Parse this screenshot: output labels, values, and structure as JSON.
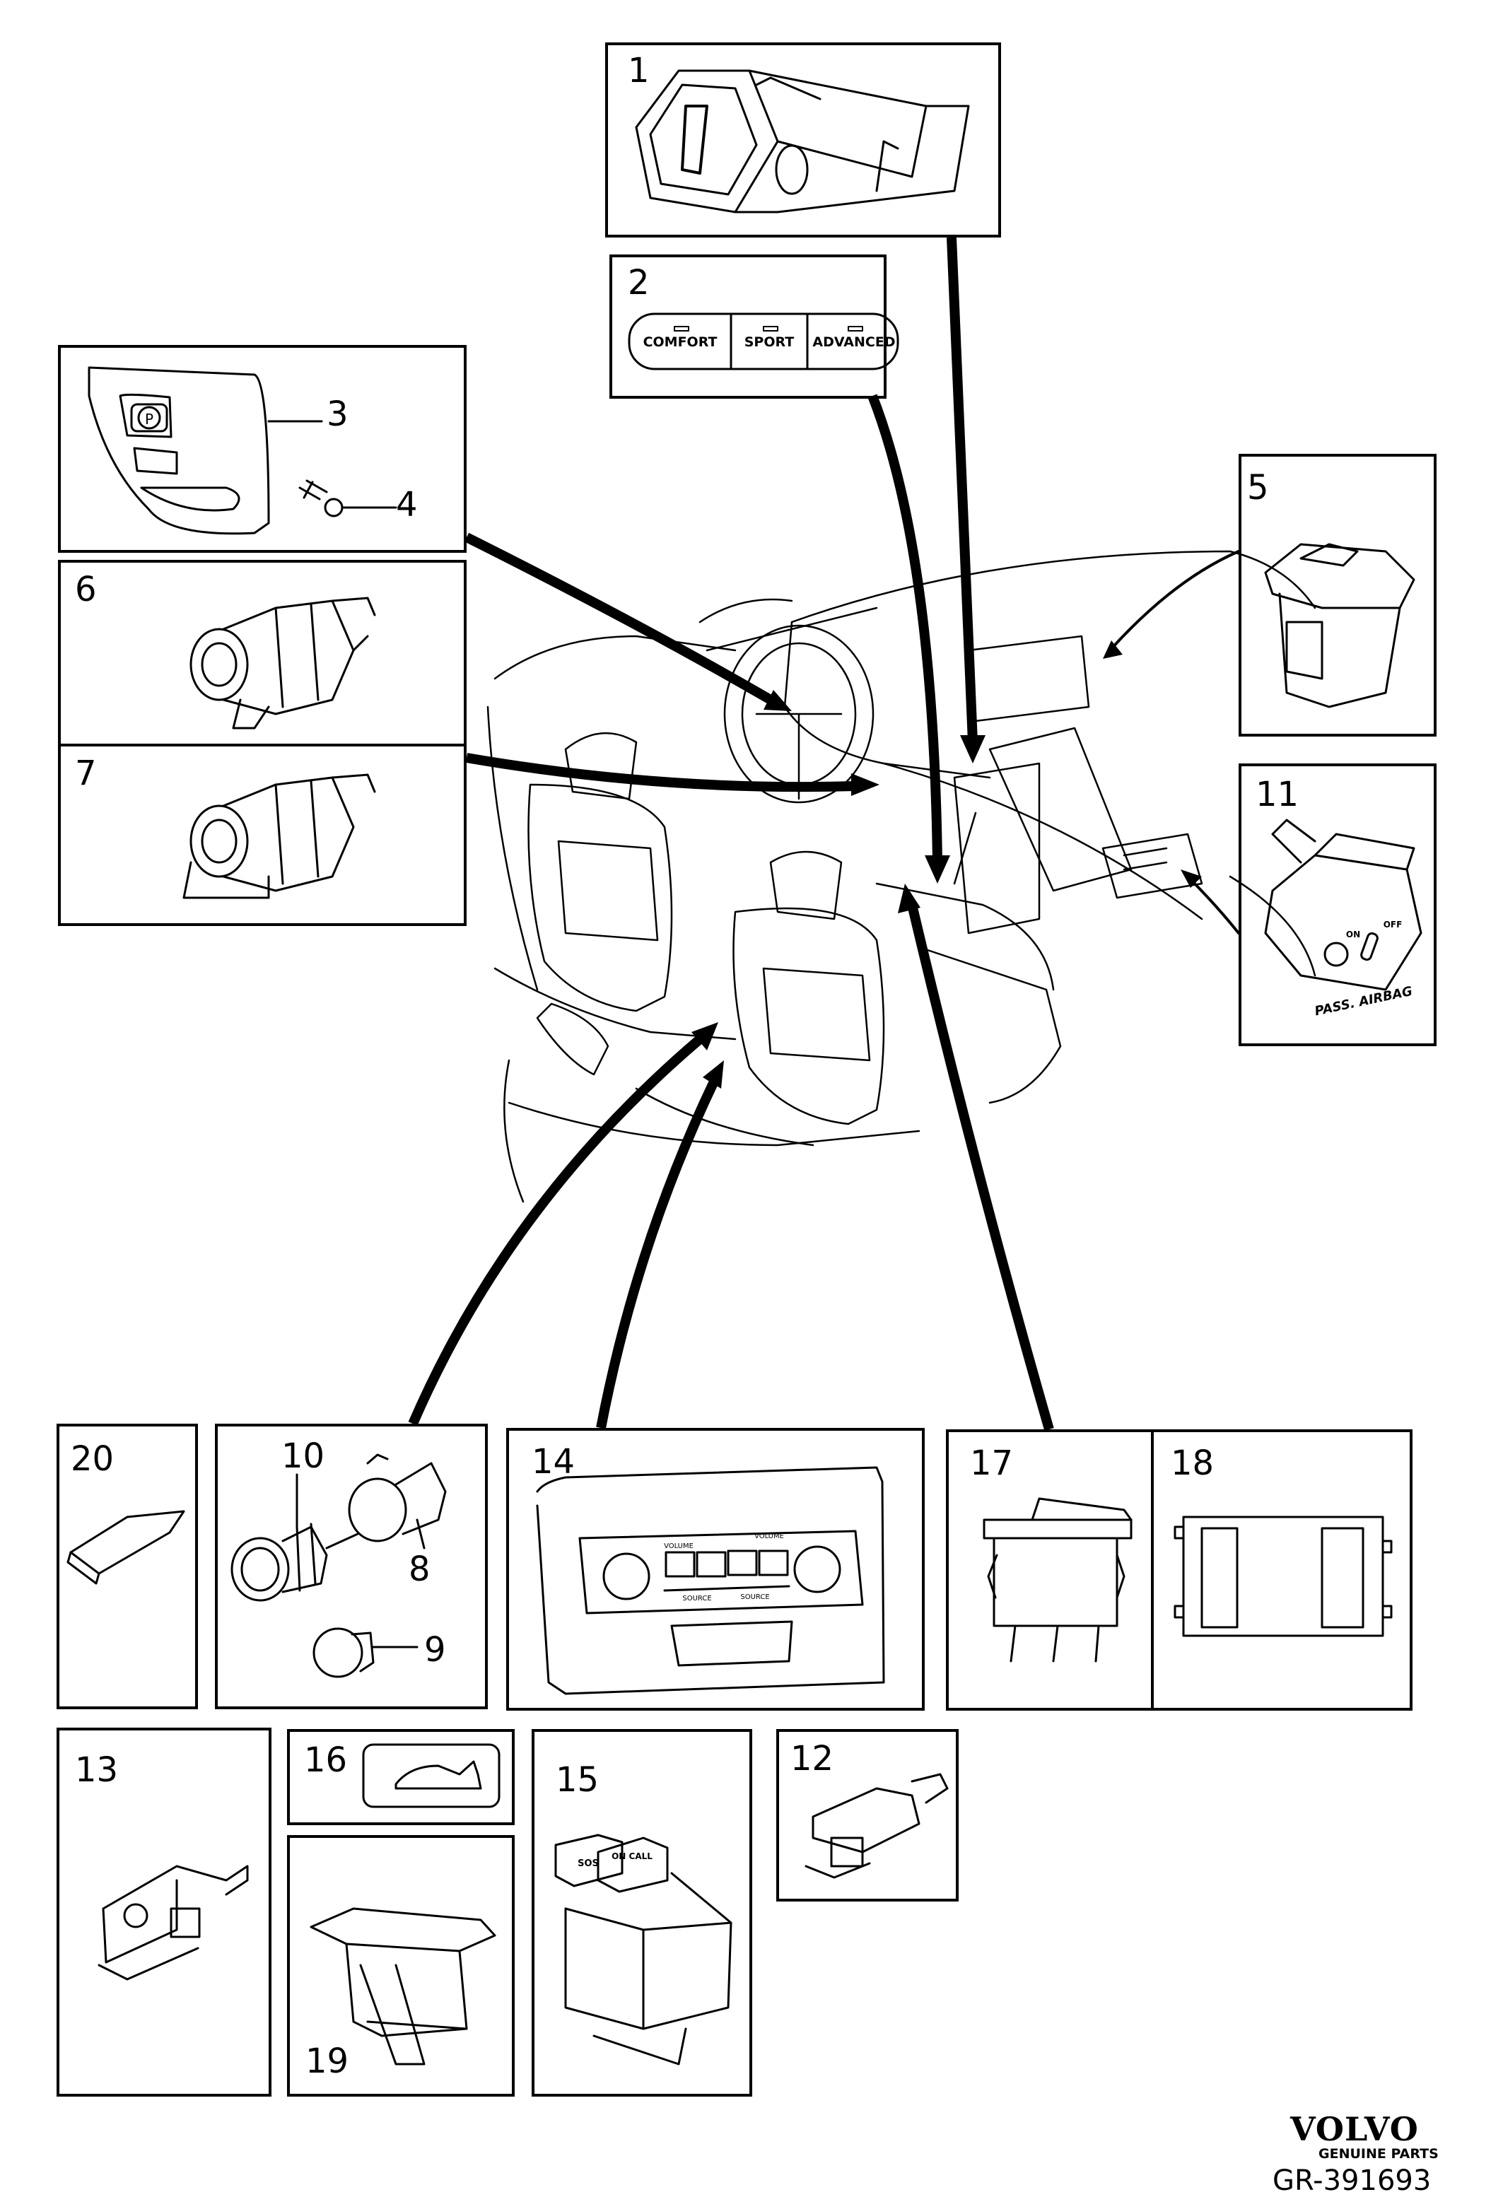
{
  "diagram": {
    "part_numbers": {
      "p1": "1",
      "p2": "2",
      "p3": "3",
      "p4": "4",
      "p5": "5",
      "p6": "6",
      "p7": "7",
      "p8": "8",
      "p9": "9",
      "p10": "10",
      "p11": "11",
      "p12": "12",
      "p13": "13",
      "p14": "14",
      "p15": "15",
      "p16": "16",
      "p17": "17",
      "p18": "18",
      "p19": "19",
      "p20": "20"
    },
    "part_labels": {
      "comfort": "COMFORT",
      "sport": "SPORT",
      "advanced": "ADVANCED",
      "pass_airbag": "PASS. AIRBAG",
      "on": "ON",
      "off": "OFF",
      "volume_1": "VOLUME",
      "volume_2": "VOLUME",
      "source_1": "SOURCE",
      "source_2": "SOURCE",
      "sos": "SOS",
      "on_call": "ON CALL",
      "park": "P"
    },
    "footer": {
      "brand": "VOLVO",
      "brand_sub": "GENUINE PARTS",
      "reference": "GR-391693"
    }
  }
}
